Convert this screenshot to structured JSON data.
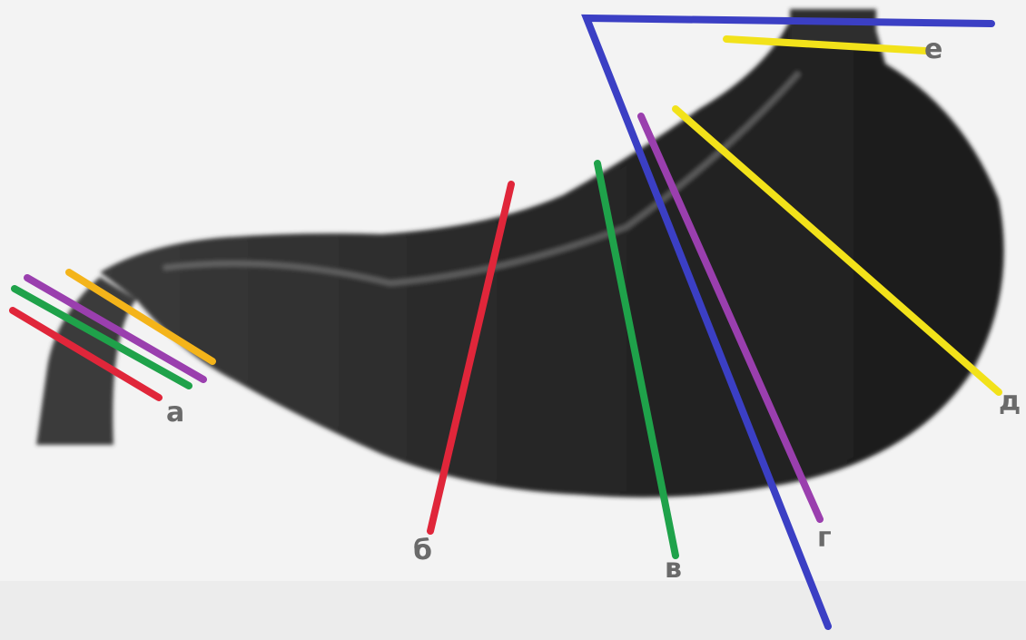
{
  "labels": {
    "a": "а",
    "b": "б",
    "v": "в",
    "g": "г",
    "d": "д",
    "e": "е"
  },
  "colors": {
    "organ": "#2a2a2a",
    "background": "#f2f2f2",
    "red": "#e0263a",
    "green": "#1fa24a",
    "purple": "#9a3fae",
    "yellow": "#f2e21a",
    "orange": "#f4b41a",
    "blue": "#3b3fc4",
    "label": "#6a6a6a"
  }
}
